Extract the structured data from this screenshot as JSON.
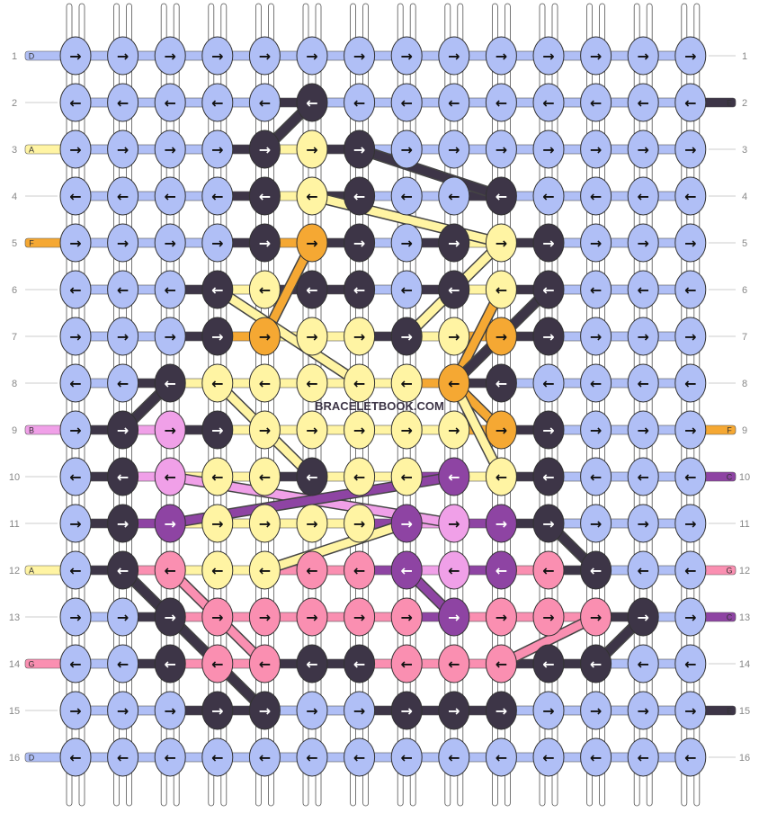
{
  "watermark": "BRACELETBOOK.COM",
  "colors": {
    "A": "#fff4a3",
    "B": "#f0a0e8",
    "C": "#8e44a3",
    "D": "#b0bff6",
    "E": "#3d3547",
    "F": "#f5a833",
    "G": "#fa8fb1"
  },
  "left_labels": [
    "D",
    "",
    "A",
    "",
    "F",
    "",
    "",
    "",
    "B",
    "",
    "",
    "A",
    "",
    "G",
    "",
    "D"
  ],
  "right_labels": [
    "",
    "E",
    "",
    "",
    "",
    "",
    "",
    "",
    "F",
    "C",
    "",
    "G",
    "C",
    "",
    "E",
    ""
  ],
  "row_numbers": [
    "1",
    "2",
    "3",
    "4",
    "5",
    "6",
    "7",
    "8",
    "9",
    "10",
    "11",
    "12",
    "13",
    "14",
    "15",
    "16"
  ],
  "knots": [
    "DDDDDDDDDDDDDD",
    "DDDDDEDDDDDDDD",
    "DDDDEAEDDDDDDD",
    "DDDDEAEDDEDDDD",
    "DDDDEFEDEAEDDD",
    "DDDEAEEDEAEDDD",
    "DDDEFAAEAFEDDD",
    "DDEAAAAAFEDDDD",
    "DEBEAAAAAFEDDD",
    "DEBAAEAACAEDDD",
    "DECAAAACBCEDDD",
    "DEGAAGGCBCGEDD",
    "DDEGGGGGCGGGED",
    "DDEGGEEGGGEEDD",
    "DDDEEDDEEEDDDD",
    "DDDDDDDDDDDDDD"
  ],
  "directions": [
    "RRRRRRRRRRRRRR",
    "LLLLLLLLLLLLLL",
    "RRRRRRRRRRRRRR",
    "LLLLLLLLLLLLLL",
    "RRRRRRRRRRRRRR",
    "LLLLLLLLLLLLLL",
    "RRRRRRRRRRRRRR",
    "LLLLLLLLLLLLLL",
    "RRRRRRRRRRRRRR",
    "LLLLLLLLLLLLLL",
    "RRRRRRRRRRRRRR",
    "LLLLLLLLLLLLLL",
    "RRRRRRRRRRRRRR",
    "LLLLLLLLLLLLLL",
    "RRRRRRRRRRRRRR",
    "LLLLLLLLLLLLLL"
  ],
  "arrows": {
    "R": "→",
    "L": "←"
  },
  "diagonals": [
    {
      "from": [
        1,
        5
      ],
      "to": [
        2,
        4
      ],
      "color": "E"
    },
    {
      "from": [
        2,
        6
      ],
      "to": [
        3,
        9
      ],
      "color": "E"
    },
    {
      "from": [
        3,
        5
      ],
      "to": [
        4,
        9
      ],
      "color": "A"
    },
    {
      "from": [
        4,
        5
      ],
      "to": [
        6,
        4
      ],
      "color": "F"
    },
    {
      "from": [
        5,
        3
      ],
      "to": [
        7,
        6
      ],
      "color": "A"
    },
    {
      "from": [
        4,
        9
      ],
      "to": [
        6,
        7
      ],
      "color": "A"
    },
    {
      "from": [
        5,
        9
      ],
      "to": [
        7,
        8
      ],
      "color": "F"
    },
    {
      "from": [
        5,
        10
      ],
      "to": [
        7,
        8
      ],
      "color": "E"
    },
    {
      "from": [
        7,
        8
      ],
      "to": [
        8,
        9
      ],
      "color": "F"
    },
    {
      "from": [
        7,
        8
      ],
      "to": [
        9,
        9
      ],
      "color": "A"
    },
    {
      "from": [
        7,
        2
      ],
      "to": [
        8,
        1
      ],
      "color": "E"
    },
    {
      "from": [
        7,
        3
      ],
      "to": [
        9,
        5
      ],
      "color": "A"
    },
    {
      "from": [
        9,
        2
      ],
      "to": [
        10,
        8
      ],
      "color": "B"
    },
    {
      "from": [
        10,
        2
      ],
      "to": [
        9,
        8
      ],
      "color": "C"
    },
    {
      "from": [
        11,
        2
      ],
      "to": [
        13,
        4
      ],
      "color": "G"
    },
    {
      "from": [
        11,
        1
      ],
      "to": [
        14,
        4
      ],
      "color": "E"
    },
    {
      "from": [
        11,
        4
      ],
      "to": [
        10,
        7
      ],
      "color": "A"
    },
    {
      "from": [
        11,
        7
      ],
      "to": [
        12,
        8
      ],
      "color": "C"
    },
    {
      "from": [
        10,
        10
      ],
      "to": [
        11,
        11
      ],
      "color": "E"
    },
    {
      "from": [
        12,
        12
      ],
      "to": [
        13,
        11
      ],
      "color": "E"
    },
    {
      "from": [
        12,
        11
      ],
      "to": [
        13,
        9
      ],
      "color": "G"
    }
  ]
}
